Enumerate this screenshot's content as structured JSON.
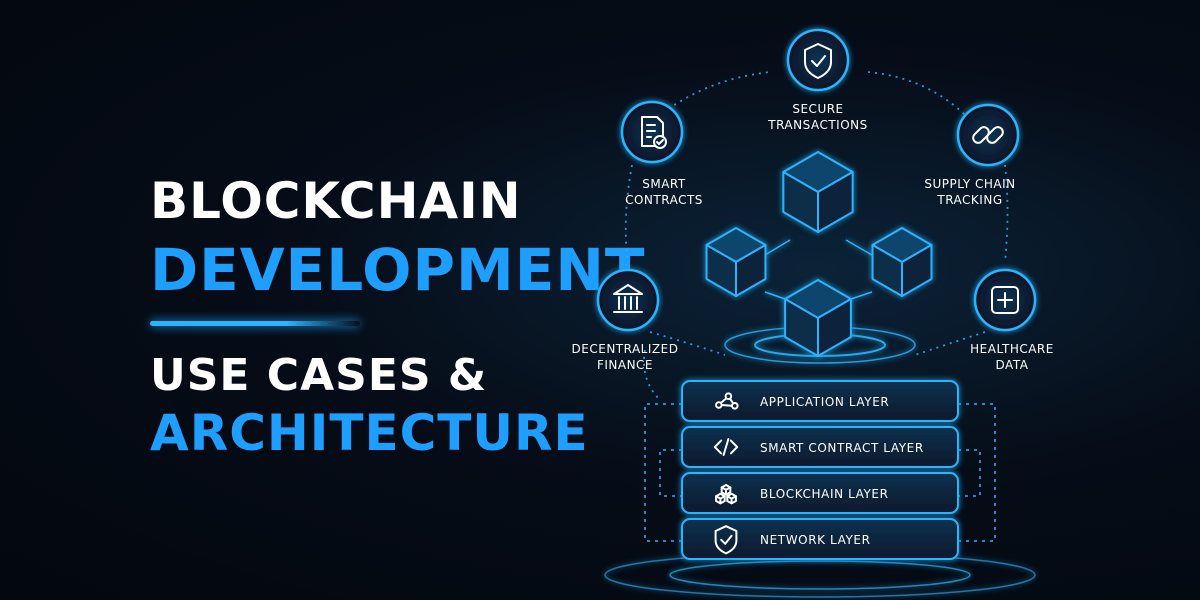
{
  "headline": {
    "line1": "BLOCKCHAIN",
    "line2": "DEVELOPMENT",
    "line3": "USE CASES &",
    "line4": "ARCHITECTURE"
  },
  "colors": {
    "accent": "#1e9fff",
    "glow": "#2ab4ff",
    "background": "#03070e",
    "text": "#ffffff"
  },
  "use_cases": [
    {
      "icon": "shield-check-icon",
      "line1": "SECURE",
      "line2": "TRANSACTIONS"
    },
    {
      "icon": "contract-document-icon",
      "line1": "SMART",
      "line2": "CONTRACTS"
    },
    {
      "icon": "chain-link-icon",
      "line1": "SUPPLY CHAIN",
      "line2": "TRACKING"
    },
    {
      "icon": "bank-icon",
      "line1": "DECENTRALIZED",
      "line2": "FINANCE"
    },
    {
      "icon": "medical-plus-icon",
      "line1": "HEALTHCARE",
      "line2": "DATA"
    }
  ],
  "layers": [
    {
      "icon": "share-nodes-icon",
      "label": "APPLICATION LAYER"
    },
    {
      "icon": "code-brackets-icon",
      "label": "SMART CONTRACT LAYER"
    },
    {
      "icon": "blocks-icon",
      "label": "BLOCKCHAIN LAYER"
    },
    {
      "icon": "shield-check-icon",
      "label": "NETWORK LAYER"
    }
  ]
}
